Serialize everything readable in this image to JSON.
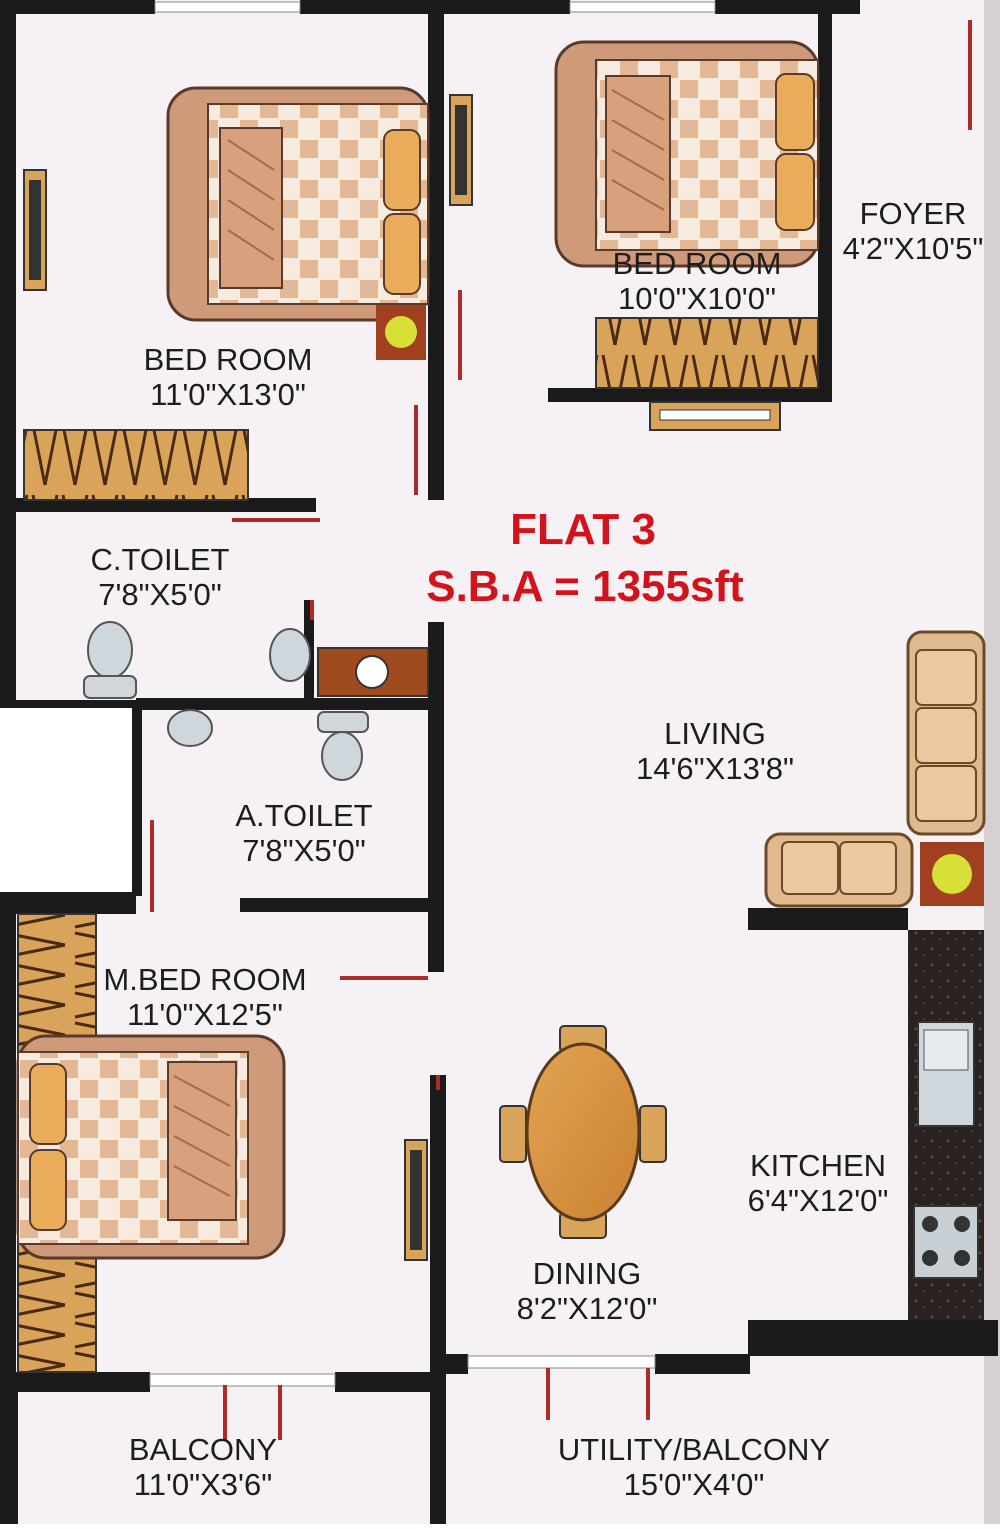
{
  "flat": {
    "title": "FLAT 3",
    "sba": "S.B.A = 1355sft"
  },
  "rooms": {
    "bedroom1": {
      "name": "BED ROOM",
      "size": "11'0\"X13'0\""
    },
    "bedroom2": {
      "name": "BED ROOM",
      "size": "10'0\"X10'0\""
    },
    "foyer": {
      "name": "FOYER",
      "size": "4'2\"X10'5\""
    },
    "c_toilet": {
      "name": "C.TOILET",
      "size": "7'8\"X5'0\""
    },
    "a_toilet": {
      "name": "A.TOILET",
      "size": "7'8\"X5'0\""
    },
    "living": {
      "name": "LIVING",
      "size": "14'6\"X13'8\""
    },
    "m_bedroom": {
      "name": "M.BED ROOM",
      "size": "11'0\"X12'5\""
    },
    "kitchen": {
      "name": "KITCHEN",
      "size": "6'4\"X12'0\""
    },
    "dining": {
      "name": "DINING",
      "size": "8'2\"X12'0\""
    },
    "balcony": {
      "name": "BALCONY",
      "size": "11'0\"X3'6\""
    },
    "utility": {
      "name": "UTILITY/BALCONY",
      "size": "15'0\"X4'0\""
    }
  },
  "colors": {
    "wall": "#1a1a1a",
    "floor": "#f6f1f4",
    "title_red": "#d3131b",
    "furniture_wood": "#d9a35a",
    "door_red": "#b02a2a",
    "counter_dark": "#2a2220"
  }
}
